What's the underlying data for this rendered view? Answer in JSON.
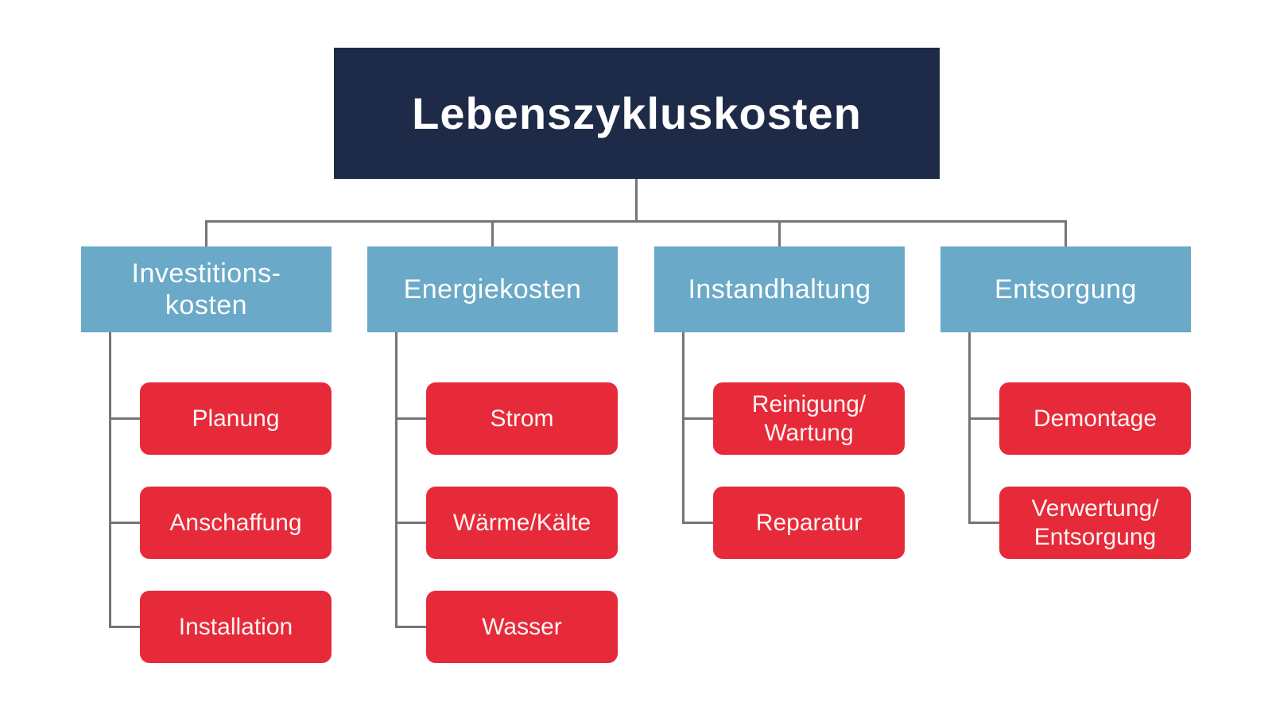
{
  "title": "Lebenszykluskosten",
  "branches": [
    {
      "label": "Investitions-\nkosten",
      "children": [
        "Planung",
        "Anschaffung",
        "Installation"
      ]
    },
    {
      "label": "Energiekosten",
      "children": [
        "Strom",
        "Wärme/Kälte",
        "Wasser"
      ]
    },
    {
      "label": "Instandhaltung",
      "children": [
        "Reinigung/\nWartung",
        "Reparatur"
      ]
    },
    {
      "label": "Entsorgung",
      "children": [
        "Demontage",
        "Verwertung/\nEntsorgung"
      ]
    }
  ],
  "colors": {
    "navy": "#1e2b48",
    "blue": "#6aa9c8",
    "red": "#e62a39",
    "line": "#757575",
    "bg": "#ffffff",
    "text_light": "#ffffff"
  }
}
